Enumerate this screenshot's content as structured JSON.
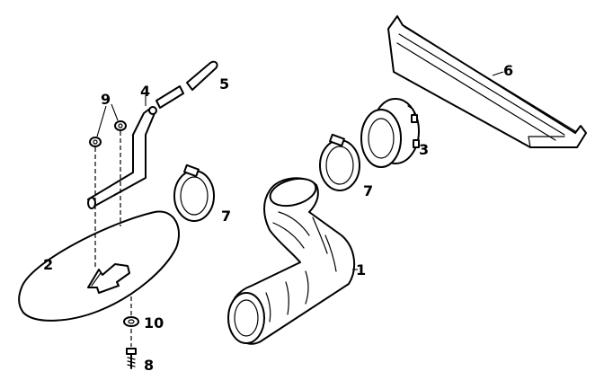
{
  "diagram": {
    "callouts": {
      "part_1": "1",
      "part_2": "2",
      "part_3": "3",
      "part_4": "4",
      "part_5": "5",
      "part_6": "6",
      "part_7_left": "7",
      "part_7_right": "7",
      "part_8": "8",
      "part_9": "9",
      "part_10": "10"
    },
    "icons": {
      "part_1": "elbow-hose",
      "part_2": "air-duct-plate",
      "part_3": "coupling-ring",
      "part_4": "bent-tube",
      "part_5": "straight-tube",
      "part_6": "bracket-channel",
      "part_7": "hose-clamp",
      "part_8": "screw",
      "part_9": "grommet",
      "part_10": "washer"
    }
  }
}
